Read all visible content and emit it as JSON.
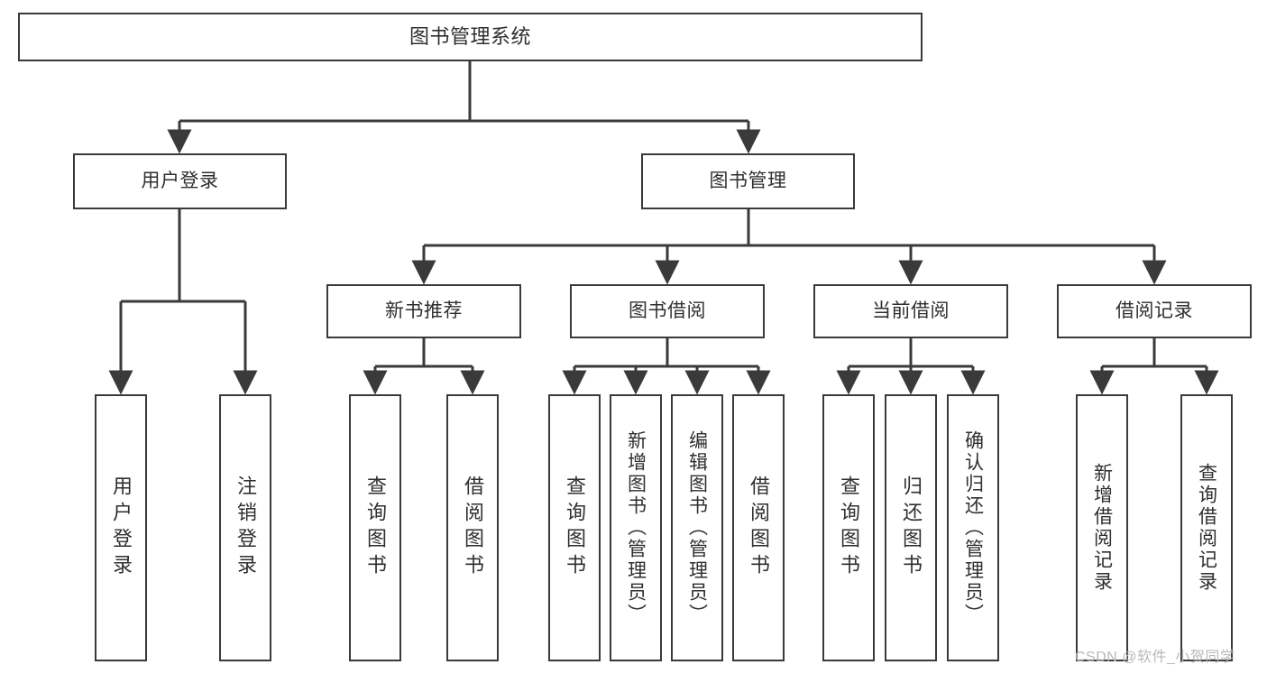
{
  "diagram": {
    "title": "图书管理系统",
    "type": "tree-hierarchy",
    "root": {
      "label": "图书管理系统"
    },
    "level2": [
      {
        "label": "用户登录"
      },
      {
        "label": "图书管理"
      }
    ],
    "level3": [
      {
        "label": "新书推荐"
      },
      {
        "label": "图书借阅"
      },
      {
        "label": "当前借阅"
      },
      {
        "label": "借阅记录"
      }
    ],
    "leaves": {
      "user_login": [
        {
          "label": "用户登录"
        },
        {
          "label": "注销登录"
        }
      ],
      "new_book_recommend": [
        {
          "label": "查询图书"
        },
        {
          "label": "借阅图书"
        }
      ],
      "book_borrow": [
        {
          "label": "查询图书"
        },
        {
          "label": "新增图书（管理员）"
        },
        {
          "label": "编辑图书（管理员）"
        },
        {
          "label": "借阅图书"
        }
      ],
      "current_borrow": [
        {
          "label": "查询图书"
        },
        {
          "label": "归还图书"
        },
        {
          "label": "确认归还（管理员）"
        }
      ],
      "borrow_record": [
        {
          "label": "新增借阅记录"
        },
        {
          "label": "查询借阅记录"
        }
      ]
    }
  },
  "watermark": {
    "text": "CSDN @软件_小贺同学"
  },
  "colors": {
    "stroke": "#3a3a3a",
    "text": "#2f2f2f",
    "background": "#ffffff",
    "watermark": "#b8b8b8"
  }
}
